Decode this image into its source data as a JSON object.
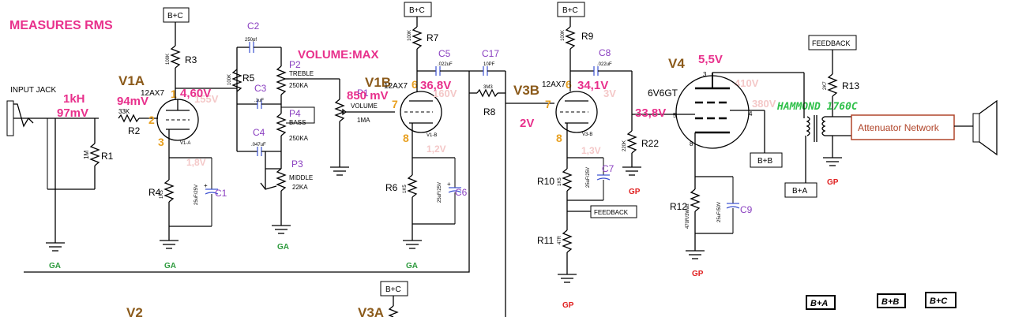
{
  "title": "MEASURES RMS",
  "input": {
    "jack": "INPUT JACK",
    "freq": "1kH",
    "level": "97mV"
  },
  "supply_boxes": [
    "B+C",
    "B+C",
    "B+C",
    "B+C"
  ],
  "legend": [
    "B+A",
    "B+B",
    "B+C"
  ],
  "stages": {
    "v1a": {
      "name": "V1A",
      "tube": "12AX7",
      "label": "V1-A",
      "pin_plate": "1",
      "pin_grid": "2",
      "pin_cathode": "3",
      "grid_level": "94mV",
      "plate_level": "4,60V",
      "plate_faint": "155V",
      "cathode_faint": "1,8V"
    },
    "v1b": {
      "name": "V1B",
      "tube": "12AX7",
      "label": "V1-B",
      "pin_plate": "6",
      "pin_grid": "7",
      "pin_cathode": "8",
      "grid_level": "850 mV",
      "plate_level": "36,8V",
      "plate_faint": "160V",
      "cathode_faint": "1,2V"
    },
    "v3b": {
      "name": "V3B",
      "tube": "12AX7",
      "label": "V3-B",
      "pin_plate": "6",
      "pin_grid": "7",
      "pin_cathode": "8",
      "grid_level": "2V",
      "plate_level": "34,1V",
      "plate_faint": "3V",
      "cathode_faint": "1,3V"
    },
    "v4": {
      "name": "V4",
      "tube": "6V6GT",
      "pin_plate": "3",
      "pin_grid": "5",
      "pin_screen": "4",
      "pin_cathode": "8",
      "plate_level": "5,5V",
      "grid_level": "33,8V",
      "plate_faint": "410V",
      "screen_faint": "380V"
    },
    "v2": {
      "name": "V2"
    },
    "v3a": {
      "name": "V3A"
    }
  },
  "volume": {
    "label": "VOLUME:MAX",
    "ref": "P1",
    "name": "VOLUME",
    "value": "1MA"
  },
  "resistors": {
    "r1": {
      "ref": "R1",
      "value": "1M"
    },
    "r2": {
      "ref": "R2",
      "value": "33K"
    },
    "r3": {
      "ref": "R3",
      "value": "100K"
    },
    "r4": {
      "ref": "R4",
      "value": "1K5"
    },
    "r5": {
      "ref": "R5",
      "value": "100K"
    },
    "r6": {
      "ref": "R6",
      "value": "1K5"
    },
    "r7": {
      "ref": "R7",
      "value": "100K"
    },
    "r8": {
      "ref": "R8",
      "value": "3M3"
    },
    "r9": {
      "ref": "R9",
      "value": "100K"
    },
    "r10": {
      "ref": "R10",
      "value": "1K5"
    },
    "r11": {
      "ref": "R11",
      "value": "47R"
    },
    "r12": {
      "ref": "R12",
      "value": "470R/3Watt"
    },
    "r13": {
      "ref": "R13",
      "value": "2K7"
    },
    "r22": {
      "ref": "R22",
      "value": "220K"
    }
  },
  "capacitors": {
    "c1": {
      "ref": "C1",
      "value": "25uF/25V"
    },
    "c2": {
      "ref": "C2",
      "value": "250pf"
    },
    "c3": {
      "ref": "C3",
      "value": ".1uF"
    },
    "c4": {
      "ref": "C4",
      "value": ".047uF"
    },
    "c5": {
      "ref": "C5",
      "value": ".022uF"
    },
    "c6": {
      "ref": "C6",
      "value": "25uF/25V"
    },
    "c7": {
      "ref": "C7",
      "value": "25uF/25V"
    },
    "c8": {
      "ref": "C8",
      "value": ".022uF"
    },
    "c9": {
      "ref": "C9",
      "value": "25uF/50V"
    },
    "c17": {
      "ref": "C17",
      "value": "10PF"
    }
  },
  "tone": {
    "p2": {
      "ref": "P2",
      "name": "TREBLE",
      "value": "250KA"
    },
    "p4": {
      "ref": "P4",
      "name": "BASS",
      "value": "250KA"
    },
    "p3": {
      "ref": "P3",
      "name": "MIDDLE",
      "value": "22KA"
    }
  },
  "grounds": {
    "ga": "GA",
    "gp": "GP"
  },
  "output": {
    "transformer": "HAMMOND 1760C",
    "attenuator": "Attenuator Network",
    "feedback": "FEEDBACK",
    "b_a": "B+A",
    "b_b": "B+B"
  },
  "colors": {
    "accent_pink": "#e8308c",
    "tube_name_brown": "#8b5a1a",
    "pin_orange": "#e8a020",
    "part_purple": "#8a3fc0",
    "ground_green": "#2c9a3c",
    "ground_red": "#e02020",
    "attenuator_border": "#b0452a"
  }
}
